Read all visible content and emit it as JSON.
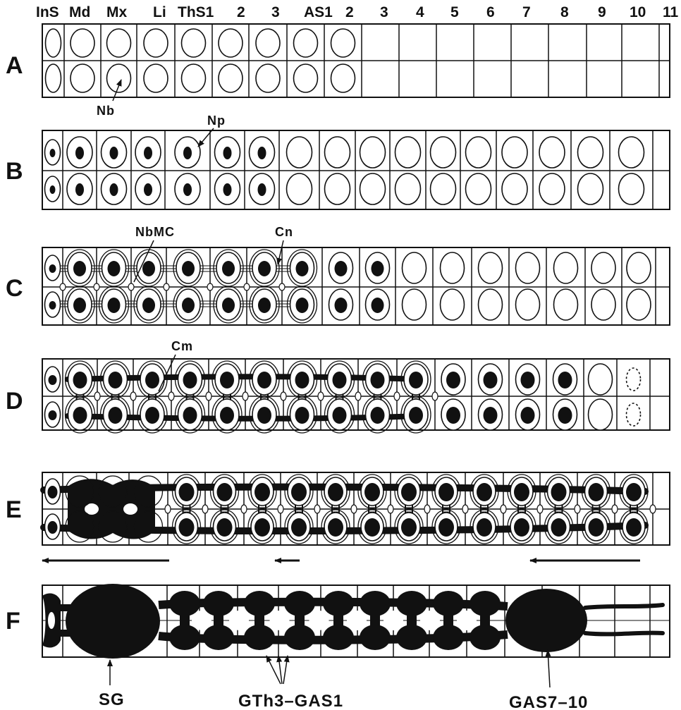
{
  "segment_labels": [
    "InS",
    "Md",
    "Mx",
    "Li",
    "ThS1",
    "2",
    "3",
    "AS1",
    "2",
    "3",
    "4",
    "5",
    "6",
    "7",
    "8",
    "9",
    "10",
    "11"
  ],
  "rows": [
    {
      "label": "A"
    },
    {
      "label": "B"
    },
    {
      "label": "C"
    },
    {
      "label": "D"
    },
    {
      "label": "E"
    },
    {
      "label": "F"
    }
  ],
  "annotations": {
    "nb": "Nb",
    "np": "Np",
    "nbmc": "NbMC",
    "cn": "Cn",
    "cm": "Cm"
  },
  "bottom_labels": {
    "sg": "SG",
    "gth": "GTh3–GAS1",
    "gas": "GAS7–10"
  }
}
